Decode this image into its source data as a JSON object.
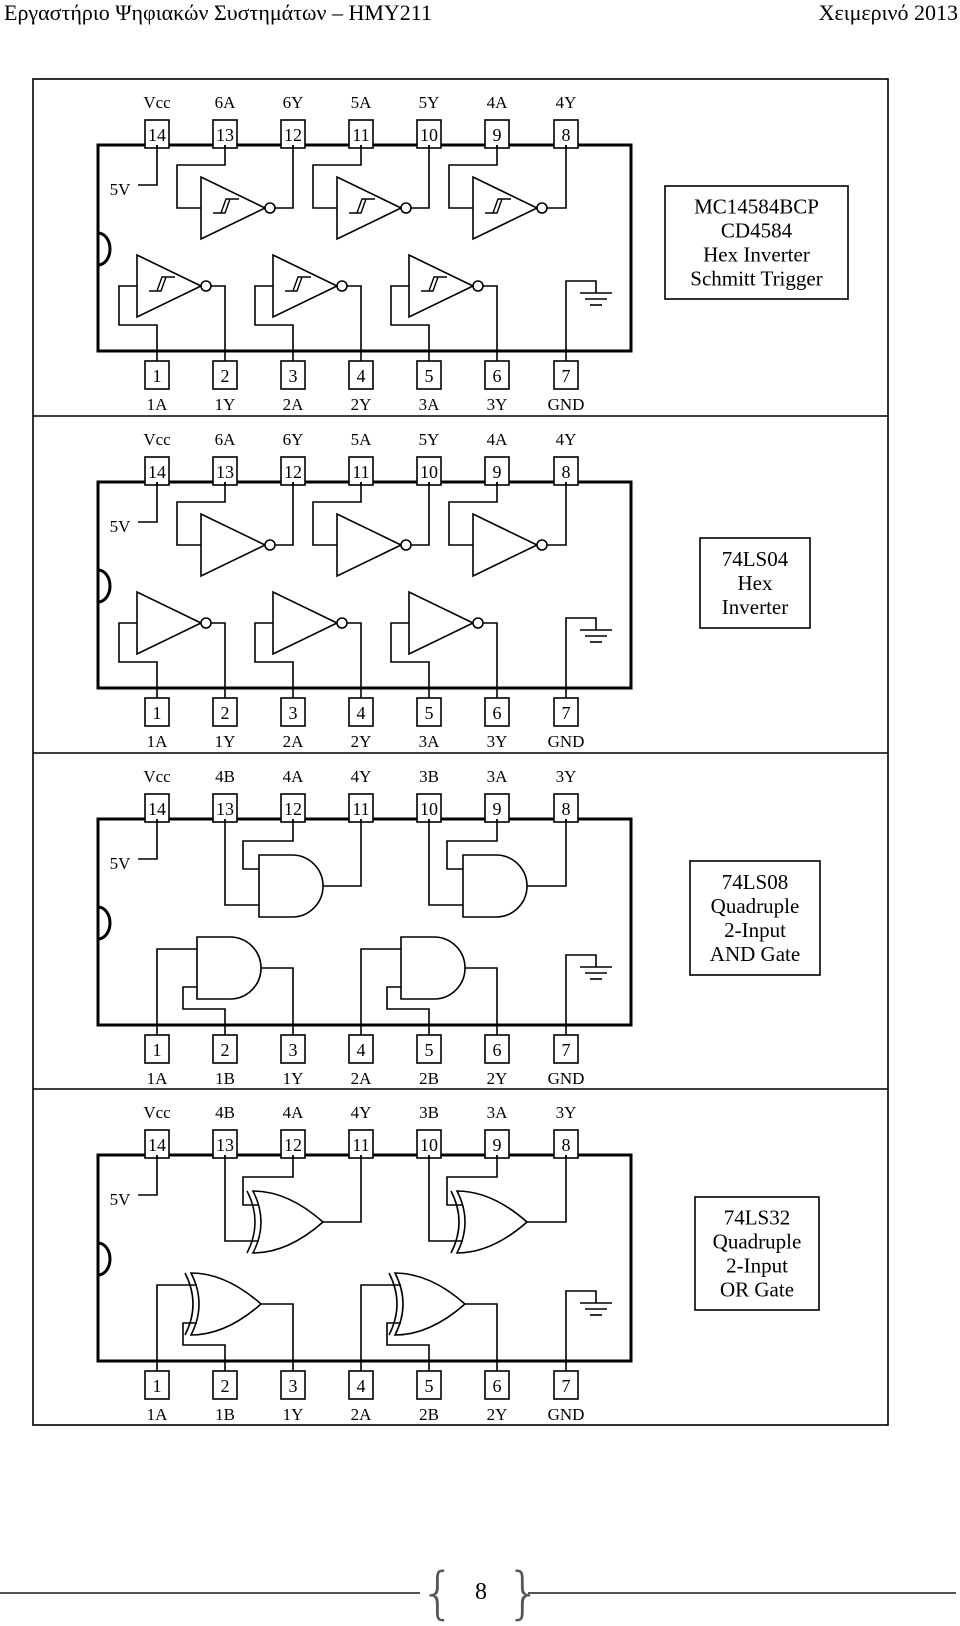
{
  "header": {
    "left": "Εργαστήριο Ψηφιακών Συστημάτων – ΗΜΥ211",
    "right": "Χειμερινό 2013"
  },
  "chips": [
    {
      "kind": "schmitt",
      "title_lines": [
        "MC14584BCP",
        "CD4584",
        "Hex Inverter",
        "Schmitt Trigger"
      ],
      "vcc_label": "5V",
      "top_pin_numbers": [
        "14",
        "13",
        "12",
        "11",
        "10",
        "9",
        "8"
      ],
      "top_pin_names": [
        "Vcc",
        "6A",
        "6Y",
        "5A",
        "5Y",
        "4A",
        "4Y"
      ],
      "bottom_pin_numbers": [
        "1",
        "2",
        "3",
        "4",
        "5",
        "6",
        "7"
      ],
      "bottom_pin_names": [
        "1A",
        "1Y",
        "2A",
        "2Y",
        "3A",
        "3Y",
        "GND"
      ]
    },
    {
      "kind": "inverter",
      "title_lines": [
        "74LS04",
        "Hex",
        "Inverter"
      ],
      "vcc_label": "5V",
      "top_pin_numbers": [
        "14",
        "13",
        "12",
        "11",
        "10",
        "9",
        "8"
      ],
      "top_pin_names": [
        "Vcc",
        "6A",
        "6Y",
        "5A",
        "5Y",
        "4A",
        "4Y"
      ],
      "bottom_pin_numbers": [
        "1",
        "2",
        "3",
        "4",
        "5",
        "6",
        "7"
      ],
      "bottom_pin_names": [
        "1A",
        "1Y",
        "2A",
        "2Y",
        "3A",
        "3Y",
        "GND"
      ]
    },
    {
      "kind": "and",
      "title_lines": [
        "74LS08",
        "Quadruple",
        "2-Input",
        "AND Gate"
      ],
      "vcc_label": "5V",
      "top_pin_numbers": [
        "14",
        "13",
        "12",
        "11",
        "10",
        "9",
        "8"
      ],
      "top_pin_names": [
        "Vcc",
        "4B",
        "4A",
        "4Y",
        "3B",
        "3A",
        "3Y"
      ],
      "bottom_pin_numbers": [
        "1",
        "2",
        "3",
        "4",
        "5",
        "6",
        "7"
      ],
      "bottom_pin_names": [
        "1A",
        "1B",
        "1Y",
        "2A",
        "2B",
        "2Y",
        "GND"
      ]
    },
    {
      "kind": "or",
      "title_lines": [
        "74LS32",
        "Quadruple",
        "2-Input",
        "OR Gate"
      ],
      "vcc_label": "5V",
      "top_pin_numbers": [
        "14",
        "13",
        "12",
        "11",
        "10",
        "9",
        "8"
      ],
      "top_pin_names": [
        "Vcc",
        "4B",
        "4A",
        "4Y",
        "3B",
        "3A",
        "3Y"
      ],
      "bottom_pin_numbers": [
        "1",
        "2",
        "3",
        "4",
        "5",
        "6",
        "7"
      ],
      "bottom_pin_names": [
        "1A",
        "1B",
        "1Y",
        "2A",
        "2B",
        "2Y",
        "GND"
      ]
    }
  ],
  "footer": {
    "page_number": "8"
  }
}
